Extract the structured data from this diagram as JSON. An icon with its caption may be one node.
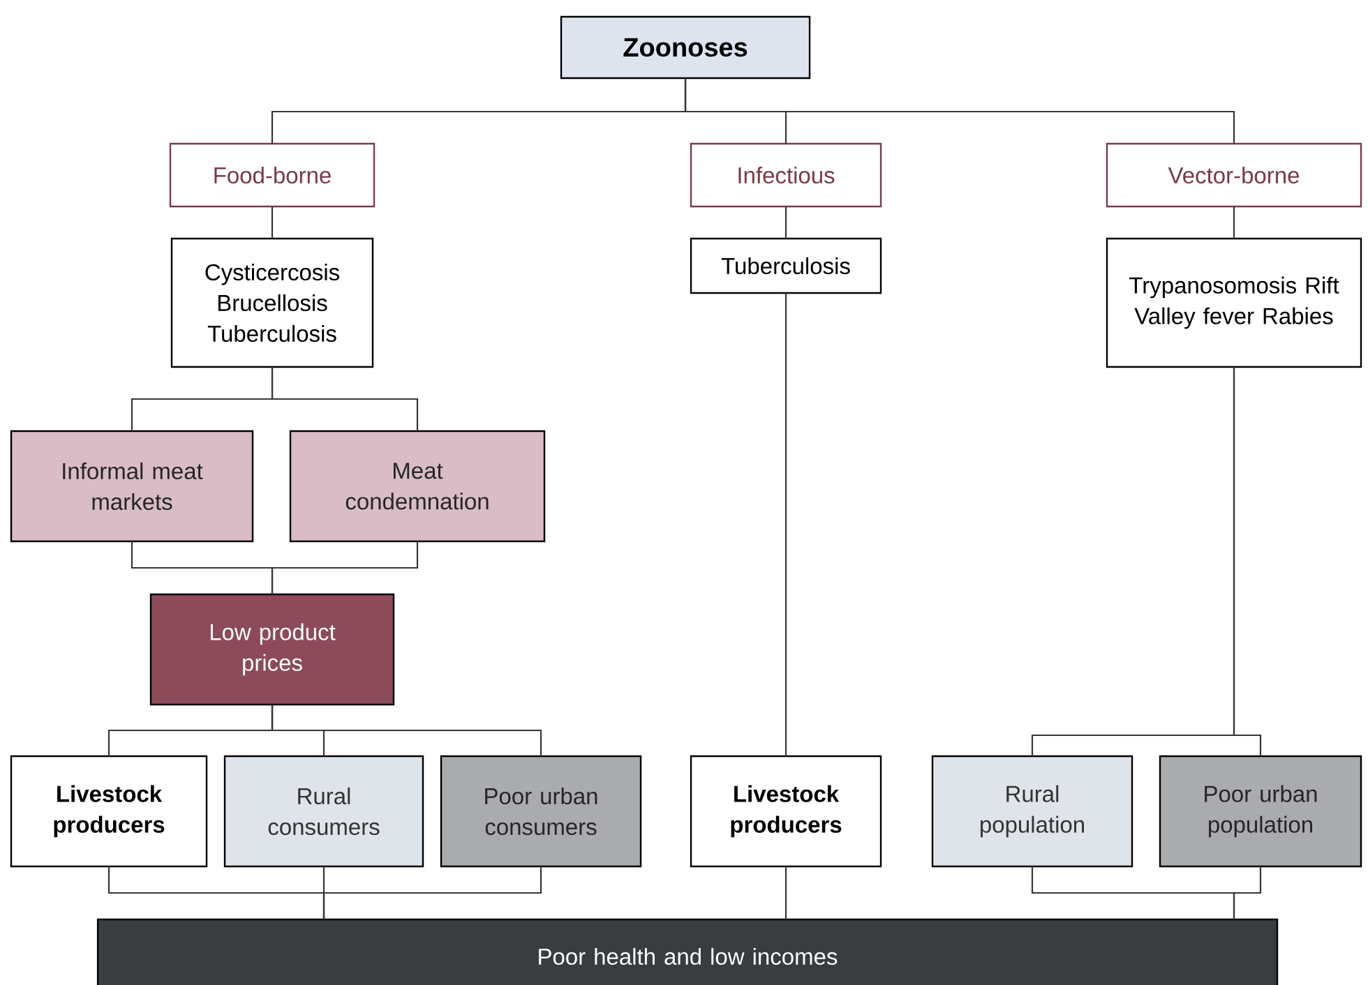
{
  "diagram": {
    "nodes": [
      {
        "text": [
          "Zoonoses"
        ]
      },
      {
        "text": [
          "Food-borne"
        ]
      },
      {
        "text": [
          "Infectious"
        ]
      },
      {
        "text": [
          "Vector-borne"
        ]
      },
      {
        "text": [
          "Cysticercosis Brucellosis Tuberculosis"
        ]
      },
      {
        "text": [
          "Tuberculosis"
        ]
      },
      {
        "text": [
          "Trypanosomosis Rift Valley fever Rabies"
        ]
      },
      {
        "text": [
          "Informal meat markets"
        ]
      },
      {
        "text": [
          "Meat condemnation"
        ]
      },
      {
        "text": [
          "Low product prices"
        ]
      },
      {
        "text": [
          "Livestock producers"
        ]
      },
      {
        "text": [
          "Rural consumers"
        ]
      },
      {
        "text": [
          "Poor urban consumers"
        ]
      },
      {
        "text": [
          "Livestock producers"
        ]
      },
      {
        "text": [
          "Rural population"
        ]
      },
      {
        "text": [
          "Poor urban population"
        ]
      },
      {
        "text": [
          "Poor health and low incomes"
        ]
      }
    ],
    "edges": [
      {
        "from": 0,
        "to": 1,
        "arrow": "none"
      },
      {
        "from": 0,
        "to": 2,
        "arrow": "none"
      },
      {
        "from": 0,
        "to": 3,
        "arrow": "none"
      },
      {
        "from": 1,
        "to": 4,
        "arrow": "none"
      },
      {
        "from": 2,
        "to": 5,
        "arrow": "none"
      },
      {
        "from": 3,
        "to": 6,
        "arrow": "none"
      },
      {
        "from": 4,
        "to": 7,
        "arrow": "none"
      },
      {
        "from": 4,
        "to": 8,
        "arrow": "none"
      },
      {
        "from": 7,
        "to": 9,
        "arrow": "none"
      },
      {
        "from": 8,
        "to": 9,
        "arrow": "none"
      },
      {
        "from": 9,
        "to": 10,
        "arrow": "none"
      },
      {
        "from": 9,
        "to": 11,
        "arrow": "none"
      },
      {
        "from": 9,
        "to": 12,
        "arrow": "none"
      },
      {
        "from": 5,
        "to": 13,
        "arrow": "none"
      },
      {
        "from": 6,
        "to": 14,
        "arrow": "none"
      },
      {
        "from": 6,
        "to": 15,
        "arrow": "none"
      },
      {
        "from": 10,
        "to": 16,
        "arrow": "none"
      },
      {
        "from": 11,
        "to": 16,
        "arrow": "none"
      },
      {
        "from": 12,
        "to": 16,
        "arrow": "none"
      },
      {
        "from": 13,
        "to": 16,
        "arrow": "none"
      },
      {
        "from": 14,
        "to": 16,
        "arrow": "none"
      },
      {
        "from": 15,
        "to": 16,
        "arrow": "none"
      }
    ]
  }
}
